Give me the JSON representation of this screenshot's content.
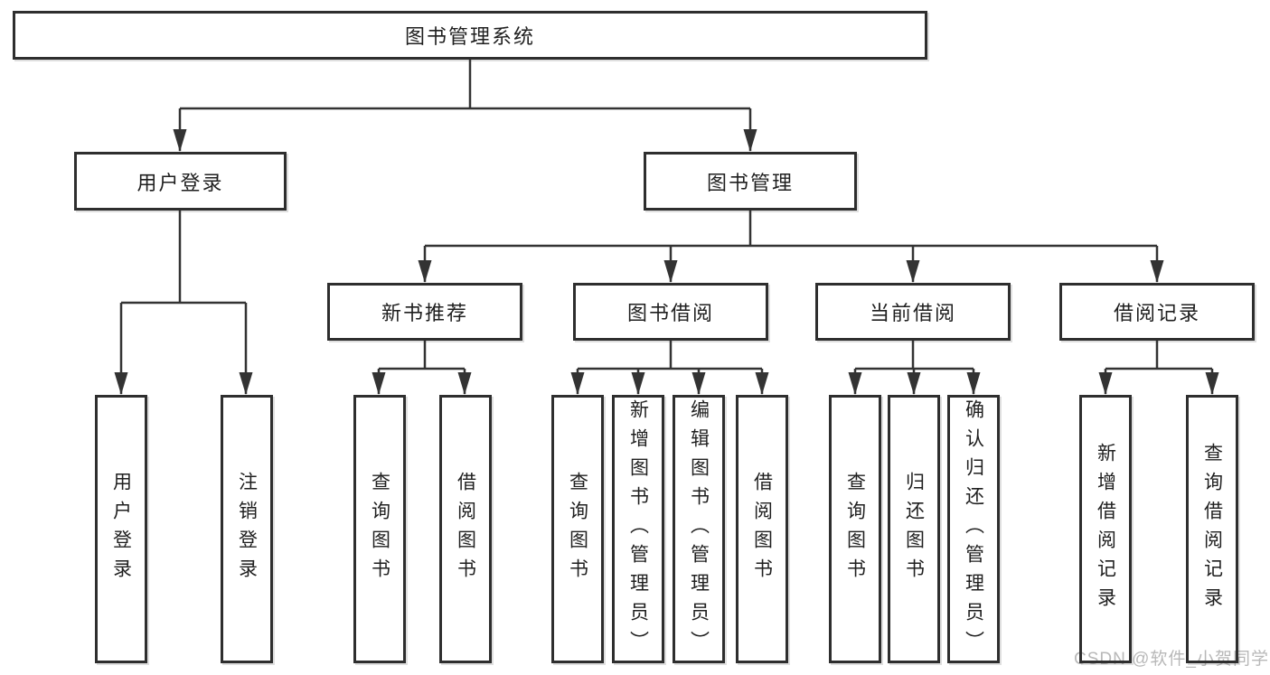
{
  "tree": {
    "root": {
      "label": "图书管理系统"
    },
    "branches": [
      {
        "label": "用户登录",
        "children": [
          "用户登录",
          "注销登录"
        ]
      },
      {
        "label": "图书管理",
        "children": [
          {
            "label": "新书推荐",
            "children": [
              "查询图书",
              "借阅图书"
            ]
          },
          {
            "label": "图书借阅",
            "children": [
              "查询图书",
              "新增图书（管理员）",
              "编辑图书（管理员）",
              "借阅图书"
            ]
          },
          {
            "label": "当前借阅",
            "children": [
              "查询图书",
              "归还图书",
              "确认归还（管理员）"
            ]
          },
          {
            "label": "借阅记录",
            "children": [
              "新增借阅记录",
              "查询借阅记录"
            ]
          }
        ]
      }
    ]
  },
  "watermark": {
    "text": "CSDN @软件_小贺同学"
  },
  "colors": {
    "line": "#333333",
    "border": "#2e2e2e",
    "text": "#1f1f1f",
    "watermark": "#b8b8b8",
    "background": "#ffffff"
  }
}
